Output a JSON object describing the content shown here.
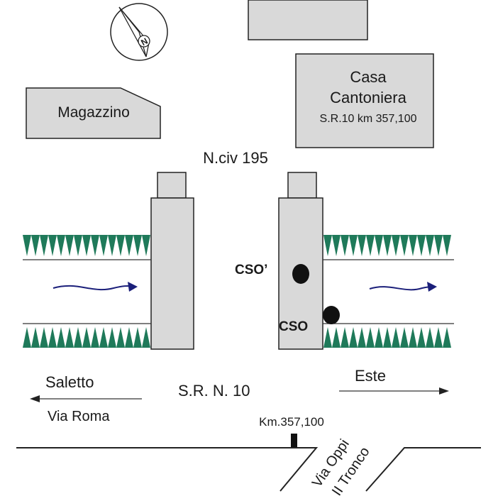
{
  "buildings": {
    "magazzino": "Magazzino",
    "casa_line1": "Casa",
    "casa_line2": "Cantoniera",
    "casa_address": "S.R.10 km 357,100",
    "civic_number": "N.civ 195"
  },
  "points": {
    "cso_prime": "CSO’",
    "cso": "CSO"
  },
  "roads": {
    "left_destination": "Saletto",
    "left_street": "Via Roma",
    "main_road": "S.R. N. 10",
    "right_destination": "Este",
    "kilometre_marker": "Km.357,100",
    "side_road_line1": "Via Oppi",
    "side_road_line2": "II Tronco"
  },
  "icons": {
    "compass": "north-arrow-icon",
    "flow": "flow-direction-arrow-icon"
  },
  "colors": {
    "building_fill": "#d9d9d9",
    "vegetation": "#1f7a5a",
    "flow_arrow": "#1b1f7a",
    "point": "#111111"
  }
}
